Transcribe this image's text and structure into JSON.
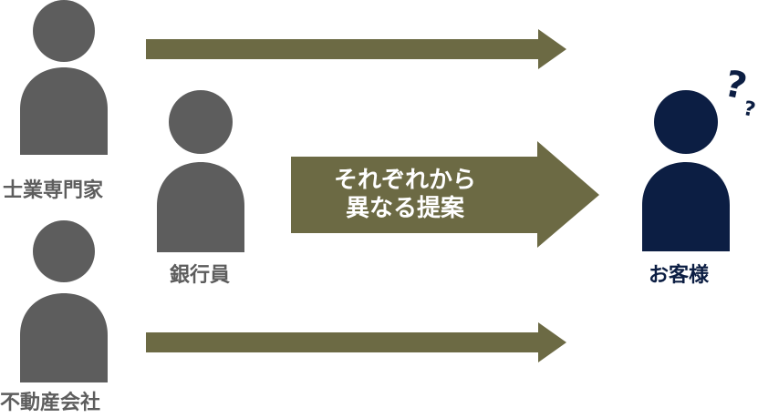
{
  "actors": {
    "professional": {
      "label": "士業専門家"
    },
    "banker": {
      "label": "銀行員"
    },
    "real_estate": {
      "label": "不動産会社"
    },
    "customer": {
      "label": "お客様"
    }
  },
  "center_arrow": {
    "line1": "それぞれから",
    "line2": "異なる提案"
  },
  "customer_marks": "?",
  "colors": {
    "person_gray": "#5d5d5d",
    "customer_navy": "#0c1e43",
    "arrow_olive": "#6c6a44"
  }
}
